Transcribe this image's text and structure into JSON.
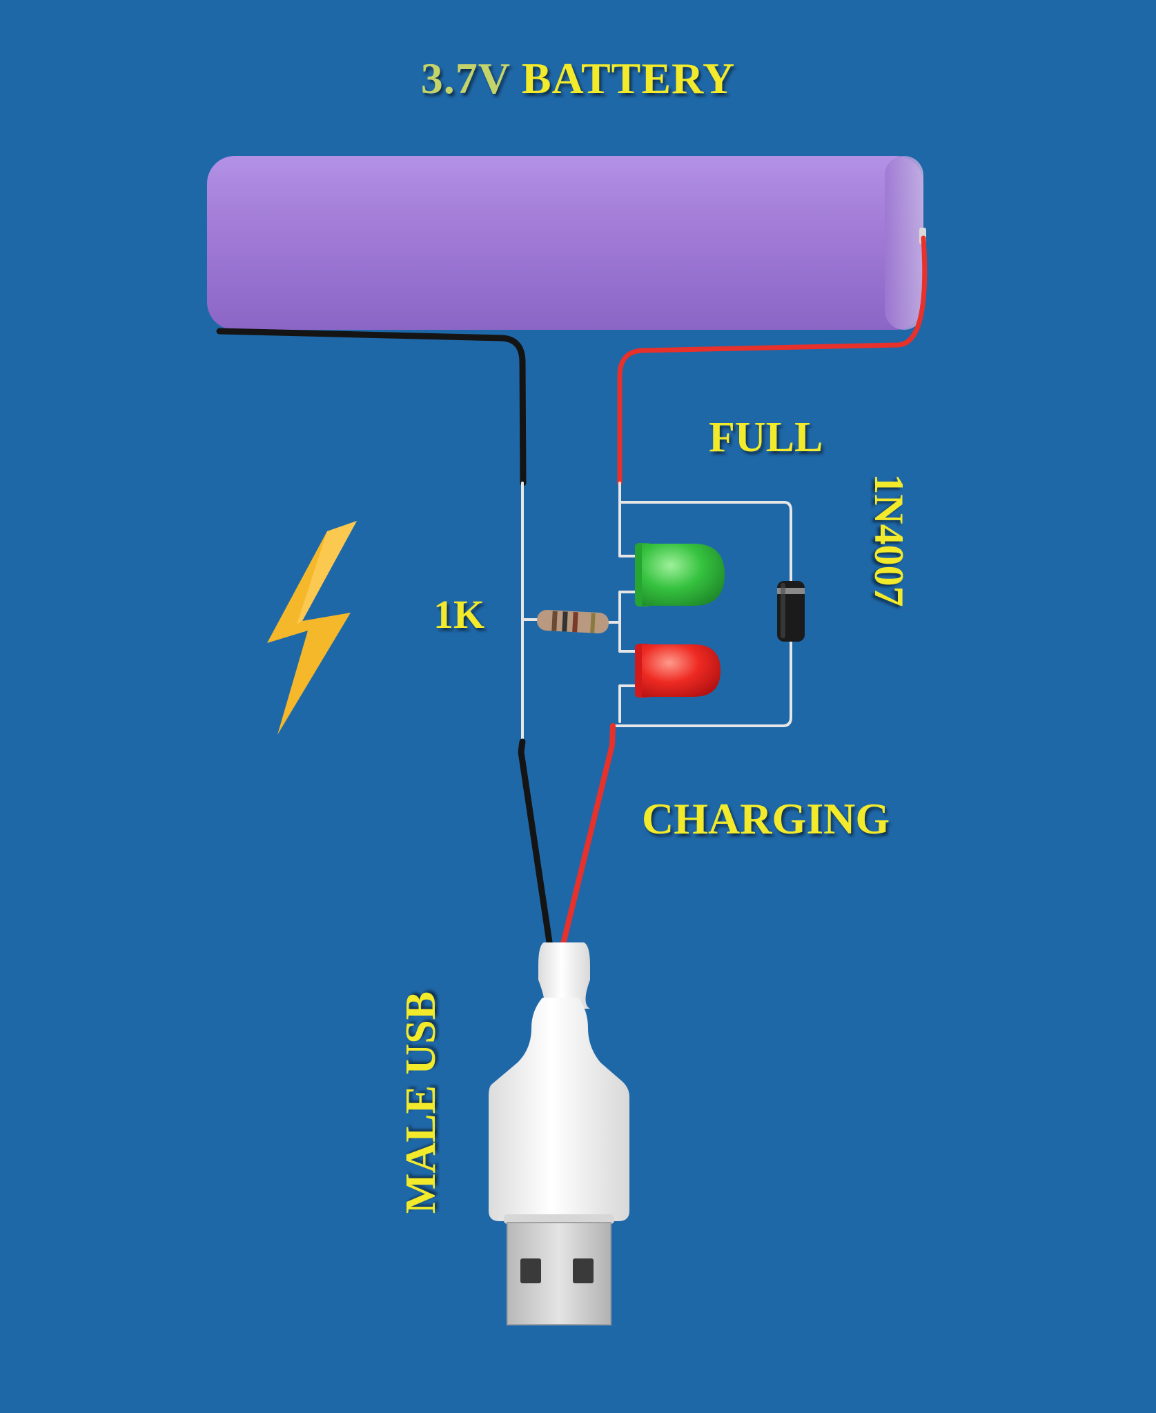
{
  "labels": {
    "battery_prefix": "3.7V",
    "battery_rest": "BATTERY",
    "full": "FULL",
    "charging": "CHARGING",
    "resistor": "1K",
    "diode": "1N4007",
    "usb": "MALE USB"
  },
  "colors": {
    "background": "#1f68a8",
    "label_text": "#f2ea2a",
    "battery_body": "#a47ed8",
    "wire_positive": "#e8312a",
    "wire_negative": "#141414",
    "wire_bare": "#e6e6e6",
    "led_full": "#2fb23a",
    "led_charging": "#e61d1d",
    "diode_body": "#1b1b1b",
    "lightning": "#f5b82a",
    "usb_plug": "#f4f4f4"
  },
  "icons": [
    "lightning-bolt-icon"
  ]
}
